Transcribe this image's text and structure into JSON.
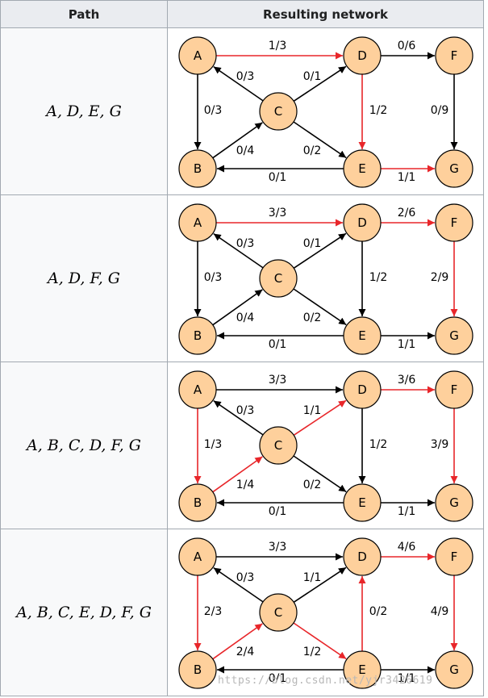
{
  "table": {
    "headers": {
      "path": "Path",
      "network": "Resulting network"
    },
    "node_fill": "#fed09c",
    "node_stroke": "#000000",
    "edge_color_default": "#000000",
    "edge_color_augmented": "#e8262a",
    "rows": [
      {
        "path": "A, D, E, G",
        "nodes": [
          "A",
          "B",
          "C",
          "D",
          "E",
          "F",
          "G"
        ],
        "edges": [
          {
            "id": "ad",
            "label": "1/3",
            "red": true
          },
          {
            "id": "df",
            "label": "0/6",
            "red": false
          },
          {
            "id": "ab",
            "label": "0/3",
            "red": false
          },
          {
            "id": "ca",
            "label": "0/3",
            "red": false
          },
          {
            "id": "cd",
            "label": "0/1",
            "red": false
          },
          {
            "id": "de",
            "label": "1/2",
            "red": true
          },
          {
            "id": "fg",
            "label": "0/9",
            "red": false
          },
          {
            "id": "bc",
            "label": "0/4",
            "red": false
          },
          {
            "id": "ce",
            "label": "0/2",
            "red": false
          },
          {
            "id": "eb",
            "label": "0/1",
            "red": false
          },
          {
            "id": "eg",
            "label": "1/1",
            "red": true
          }
        ]
      },
      {
        "path": "A, D, F, G",
        "nodes": [
          "A",
          "B",
          "C",
          "D",
          "E",
          "F",
          "G"
        ],
        "edges": [
          {
            "id": "ad",
            "label": "3/3",
            "red": true
          },
          {
            "id": "df",
            "label": "2/6",
            "red": true
          },
          {
            "id": "ab",
            "label": "0/3",
            "red": false
          },
          {
            "id": "ca",
            "label": "0/3",
            "red": false
          },
          {
            "id": "cd",
            "label": "0/1",
            "red": false
          },
          {
            "id": "de",
            "label": "1/2",
            "red": false
          },
          {
            "id": "fg",
            "label": "2/9",
            "red": true
          },
          {
            "id": "bc",
            "label": "0/4",
            "red": false
          },
          {
            "id": "ce",
            "label": "0/2",
            "red": false
          },
          {
            "id": "eb",
            "label": "0/1",
            "red": false
          },
          {
            "id": "eg",
            "label": "1/1",
            "red": false
          }
        ]
      },
      {
        "path": "A, B, C, D, F, G",
        "nodes": [
          "A",
          "B",
          "C",
          "D",
          "E",
          "F",
          "G"
        ],
        "edges": [
          {
            "id": "ad",
            "label": "3/3",
            "red": false
          },
          {
            "id": "df",
            "label": "3/6",
            "red": true
          },
          {
            "id": "ab",
            "label": "1/3",
            "red": true
          },
          {
            "id": "ca",
            "label": "0/3",
            "red": false
          },
          {
            "id": "cd",
            "label": "1/1",
            "red": true
          },
          {
            "id": "de",
            "label": "1/2",
            "red": false
          },
          {
            "id": "fg",
            "label": "3/9",
            "red": true
          },
          {
            "id": "bc",
            "label": "1/4",
            "red": true
          },
          {
            "id": "ce",
            "label": "0/2",
            "red": false
          },
          {
            "id": "eb",
            "label": "0/1",
            "red": false
          },
          {
            "id": "eg",
            "label": "1/1",
            "red": false
          }
        ]
      },
      {
        "path": "A, B, C, E, D, F, G",
        "nodes": [
          "A",
          "B",
          "C",
          "D",
          "E",
          "F",
          "G"
        ],
        "edges": [
          {
            "id": "ad",
            "label": "3/3",
            "red": false
          },
          {
            "id": "df",
            "label": "4/6",
            "red": true
          },
          {
            "id": "ab",
            "label": "2/3",
            "red": true
          },
          {
            "id": "ca",
            "label": "0/3",
            "red": false
          },
          {
            "id": "cd",
            "label": "1/1",
            "red": false
          },
          {
            "id": "de",
            "label": "0/2",
            "red": true,
            "reverse": true
          },
          {
            "id": "fg",
            "label": "4/9",
            "red": true
          },
          {
            "id": "bc",
            "label": "2/4",
            "red": true
          },
          {
            "id": "ce",
            "label": "1/2",
            "red": true
          },
          {
            "id": "eb",
            "label": "0/1",
            "red": false
          },
          {
            "id": "eg",
            "label": "1/1",
            "red": false
          }
        ]
      }
    ]
  },
  "watermark": "https://blog.csdn.net/yjr3426619"
}
